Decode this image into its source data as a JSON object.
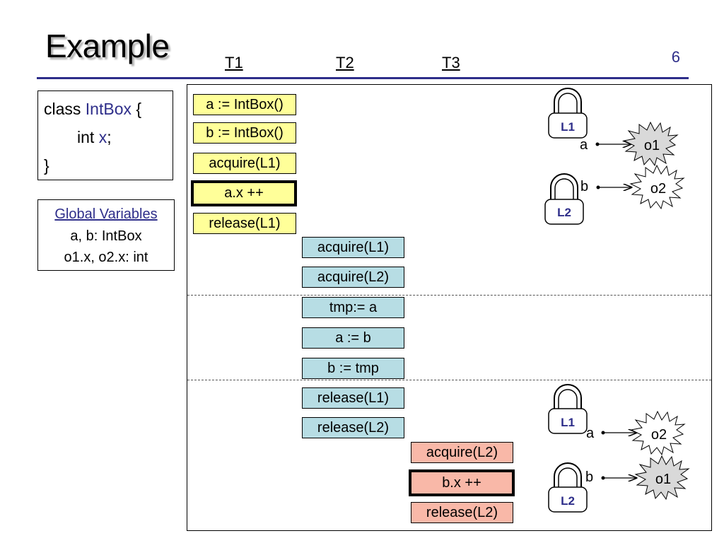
{
  "slide": {
    "title": "Example",
    "number": "6"
  },
  "threads": [
    "T1",
    "T2",
    "T3"
  ],
  "class_decl": {
    "kw": "class",
    "name": "IntBox",
    "open": "{",
    "field_type": "int",
    "field_name": "x",
    "semi": ";",
    "close": "}"
  },
  "globals": {
    "title": "Global Variables",
    "line1": "a, b: IntBox",
    "line2": "o1.x, o2.x: int"
  },
  "t1_ops": [
    "a := IntBox()",
    "b := IntBox()",
    "acquire(L1)",
    "a.x ++",
    "release(L1)"
  ],
  "t2_ops": [
    "acquire(L1)",
    "acquire(L2)",
    "tmp:= a",
    "a := b",
    "b := tmp",
    "release(L1)",
    "release(L2)"
  ],
  "t3_ops": [
    "acquire(L2)",
    "b.x ++",
    "release(L2)"
  ],
  "state_before": {
    "lock1": "L1",
    "lock2": "L2",
    "var_a": "a",
    "obj_a": "o1",
    "var_b": "b",
    "obj_b": "o2"
  },
  "state_after": {
    "lock1": "L1",
    "lock2": "L2",
    "var_a": "a",
    "obj_a": "o2",
    "var_b": "b",
    "obj_b": "o1"
  },
  "colors": {
    "t1": "#ffff99",
    "t2": "#b7dde4",
    "t3": "#f9b8a8",
    "accent": "#2e2e8a",
    "obj_filled": "#d9d9d9",
    "obj_empty": "#ffffff"
  }
}
